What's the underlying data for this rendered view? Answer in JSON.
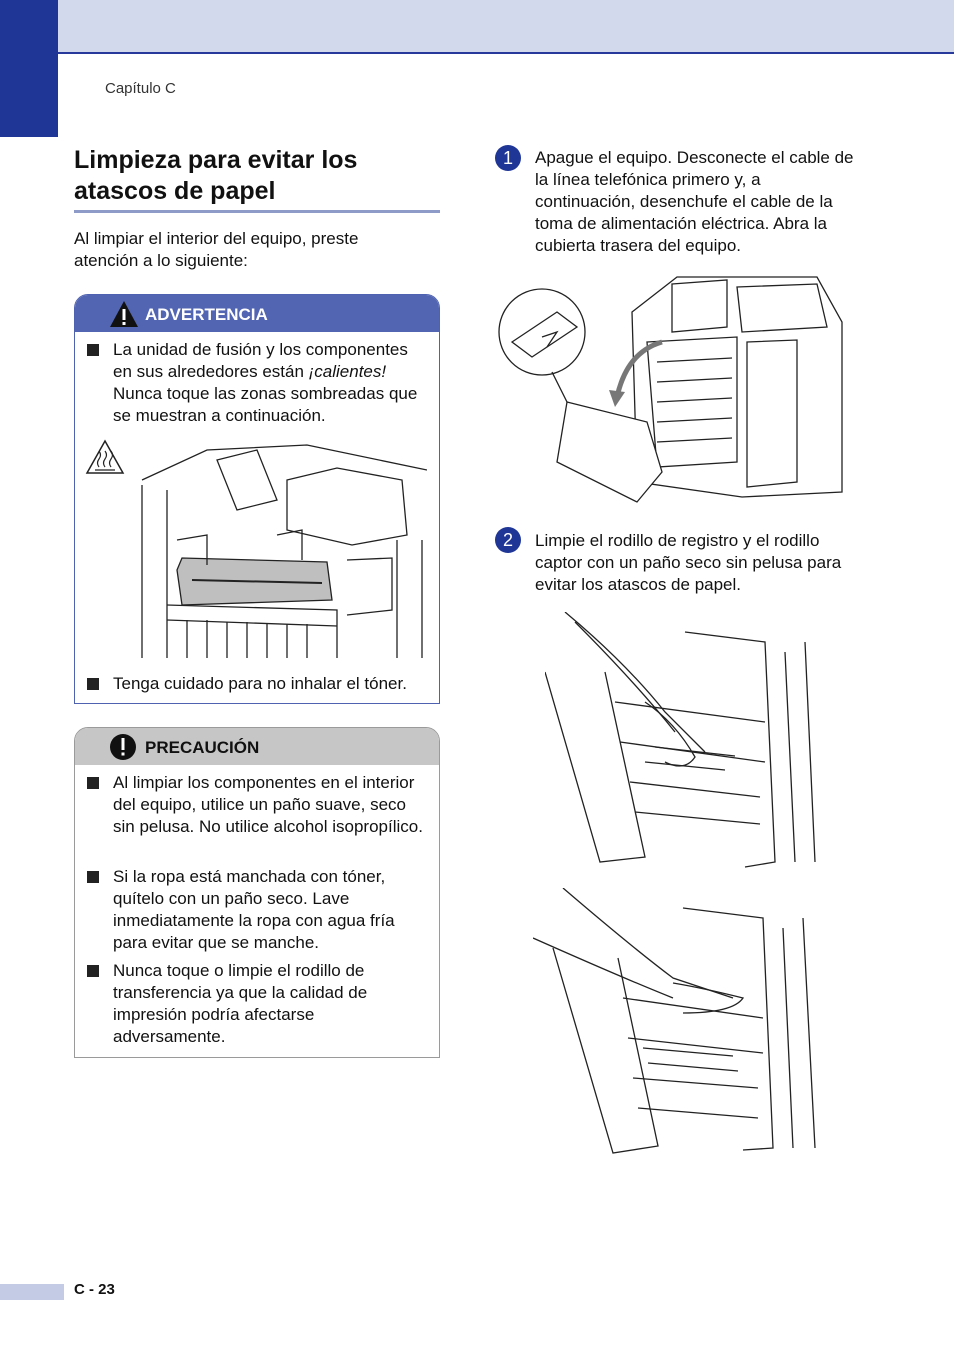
{
  "header": {
    "chapter": "Capítulo C"
  },
  "section": {
    "title": "Limpieza para evitar los atascos de papel",
    "intro": "Al limpiar el interior del equipo, preste atención a lo siguiente:"
  },
  "warning": {
    "heading": "ADVERTENCIA",
    "item1_before": "La unidad de fusión y los componentes en sus alrededores están ",
    "item1_italic": "¡calientes!",
    "item1_after": " Nunca toque las zonas sombreadas que se muestran a continuación.",
    "item2": "Tenga cuidado para no inhalar el tóner."
  },
  "caution": {
    "heading": "PRECAUCIÓN",
    "items": [
      "Al limpiar los componentes en el interior del equipo, utilice un paño suave, seco sin pelusa. No utilice alcohol isopropílico.",
      "Si la ropa está manchada con tóner, quítelo con un paño seco. Lave inmediatamente la ropa con agua fría para evitar que se manche.",
      "Nunca toque o limpie el rodillo de transferencia ya que la calidad de impresión podría afectarse adversamente."
    ]
  },
  "steps": [
    {
      "number": "1",
      "text": "Apague el equipo. Desconecte el cable de la línea telefónica primero y, a continuación, desenchufe el cable de la toma de alimentación eléctrica. Abra la cubierta trasera del equipo."
    },
    {
      "number": "2",
      "text": "Limpie el rodillo de registro y el rodillo captor con un paño seco sin pelusa para evitar los atascos de papel."
    }
  ],
  "footer": {
    "page": "C - 23"
  },
  "colors": {
    "accent": "#1f3696",
    "warning_header": "#5265b3",
    "caution_header": "#c6c6c6",
    "top_bar": "#d3d9ec"
  }
}
